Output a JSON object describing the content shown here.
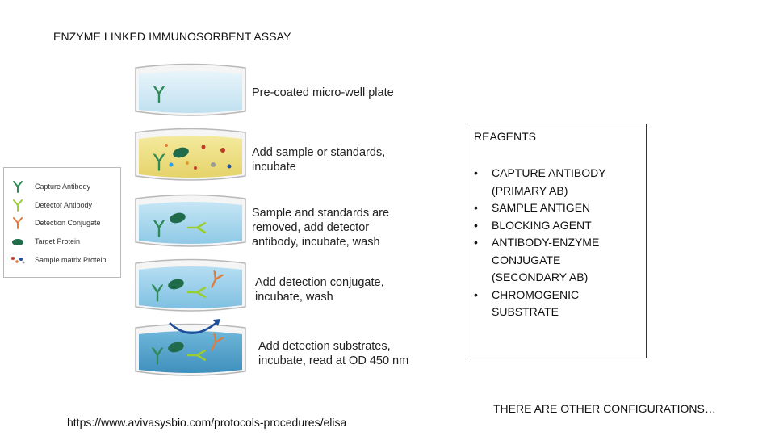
{
  "title": "ENZYME LINKED IMMUNOSORBENT ASSAY",
  "steps": [
    {
      "line1": "Pre-coated micro-well plate",
      "line2": ""
    },
    {
      "line1": "Add sample or standards,",
      "line2": "incubate"
    },
    {
      "line1": "Sample and standards are",
      "line2": "removed, add detector",
      "line3": "antibody, incubate, wash"
    },
    {
      "line1": "Add detection conjugate,",
      "line2": "incubate, wash"
    },
    {
      "line1": "Add detection substrates,",
      "line2": "incubate, read at OD 450 nm"
    }
  ],
  "legend": [
    {
      "label": "Capture Antibody",
      "icon": "capture-antibody-icon",
      "color": "#2e8b57"
    },
    {
      "label": "Detector Antibody",
      "icon": "detector-antibody-icon",
      "color": "#9acd32"
    },
    {
      "label": "Detection Conjugate",
      "icon": "detection-conjugate-icon",
      "color": "#e07b39"
    },
    {
      "label": "Target Protein",
      "icon": "target-protein-icon",
      "color": "#1f6b4a"
    },
    {
      "label": "Sample matrix Protein",
      "icon": "sample-matrix-protein-icon",
      "color": "#c0392b"
    }
  ],
  "reagents": {
    "title": "REAGENTS",
    "items": [
      {
        "line1": "CAPTURE ANTIBODY",
        "line2": "(PRIMARY AB)"
      },
      {
        "line1": "SAMPLE ANTIGEN",
        "line2": ""
      },
      {
        "line1": "BLOCKING AGENT",
        "line2": ""
      },
      {
        "line1": "ANTIBODY-ENZYME",
        "line2": "CONJUGATE",
        "line3": "(SECONDARY AB)"
      },
      {
        "line1": "CHROMOGENIC",
        "line2": "SUBSTRATE"
      }
    ],
    "bullet": "•"
  },
  "footer": {
    "source_url": "https://www.avivasysbio.com/protocols-procedures/elisa",
    "note": "THERE ARE OTHER CONFIGURATIONS…"
  },
  "colors": {
    "well_blue": "#cfe8f4",
    "well_yellow": "#efe08c",
    "well_mid_blue": "#a9d6ee",
    "well_dark_blue": "#5aa9cf",
    "capture": "#2e8b57",
    "detector": "#9acd32",
    "conjugate": "#e07b39",
    "arrow": "#1f4e9a"
  }
}
